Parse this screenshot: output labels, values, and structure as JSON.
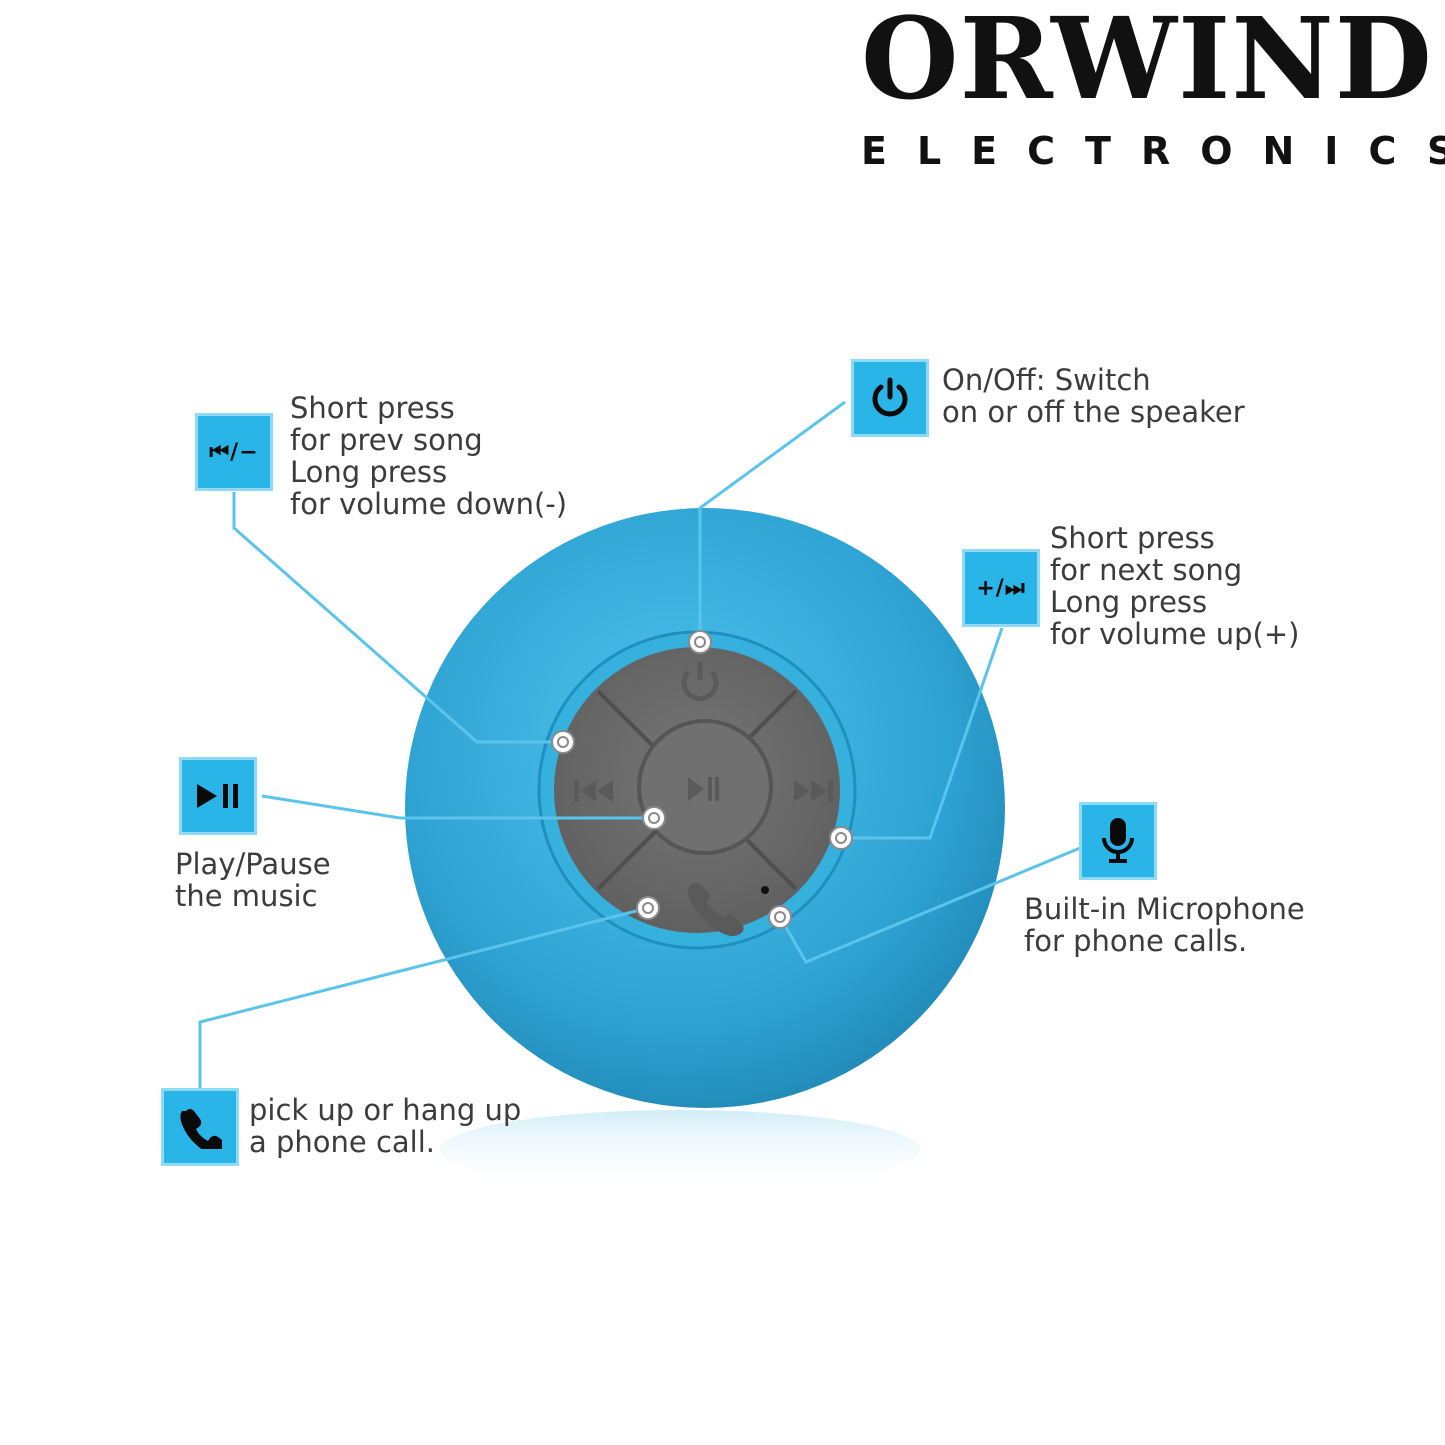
{
  "brand": {
    "name": "ORWIND",
    "tagline": "ELECTRONICS"
  },
  "callouts": {
    "prev": {
      "icon_text": "⏮/−",
      "lines": [
        "Short press",
        "for prev song",
        "Long press",
        "for volume down(-)"
      ]
    },
    "power": {
      "icon": "power-icon",
      "lines": [
        "On/Off: Switch",
        "on or off the speaker"
      ]
    },
    "next": {
      "icon_text": "+/⏭",
      "lines": [
        "Short press",
        "for next song",
        "Long press",
        "for volume up(+)"
      ]
    },
    "play": {
      "icon": "play-pause-icon",
      "lines": [
        "Play/Pause",
        "the music"
      ]
    },
    "mic": {
      "icon": "microphone-icon",
      "lines": [
        "Built-in Microphone",
        "for phone calls."
      ]
    },
    "call": {
      "icon": "phone-icon",
      "lines": [
        "pick up or hang up",
        "a phone call."
      ]
    }
  },
  "colors": {
    "accent": "#29b5e8",
    "speaker_body": "#2ea9d6",
    "button_pad": "#6b6b6b",
    "leader_line": "#5bc4ec"
  }
}
